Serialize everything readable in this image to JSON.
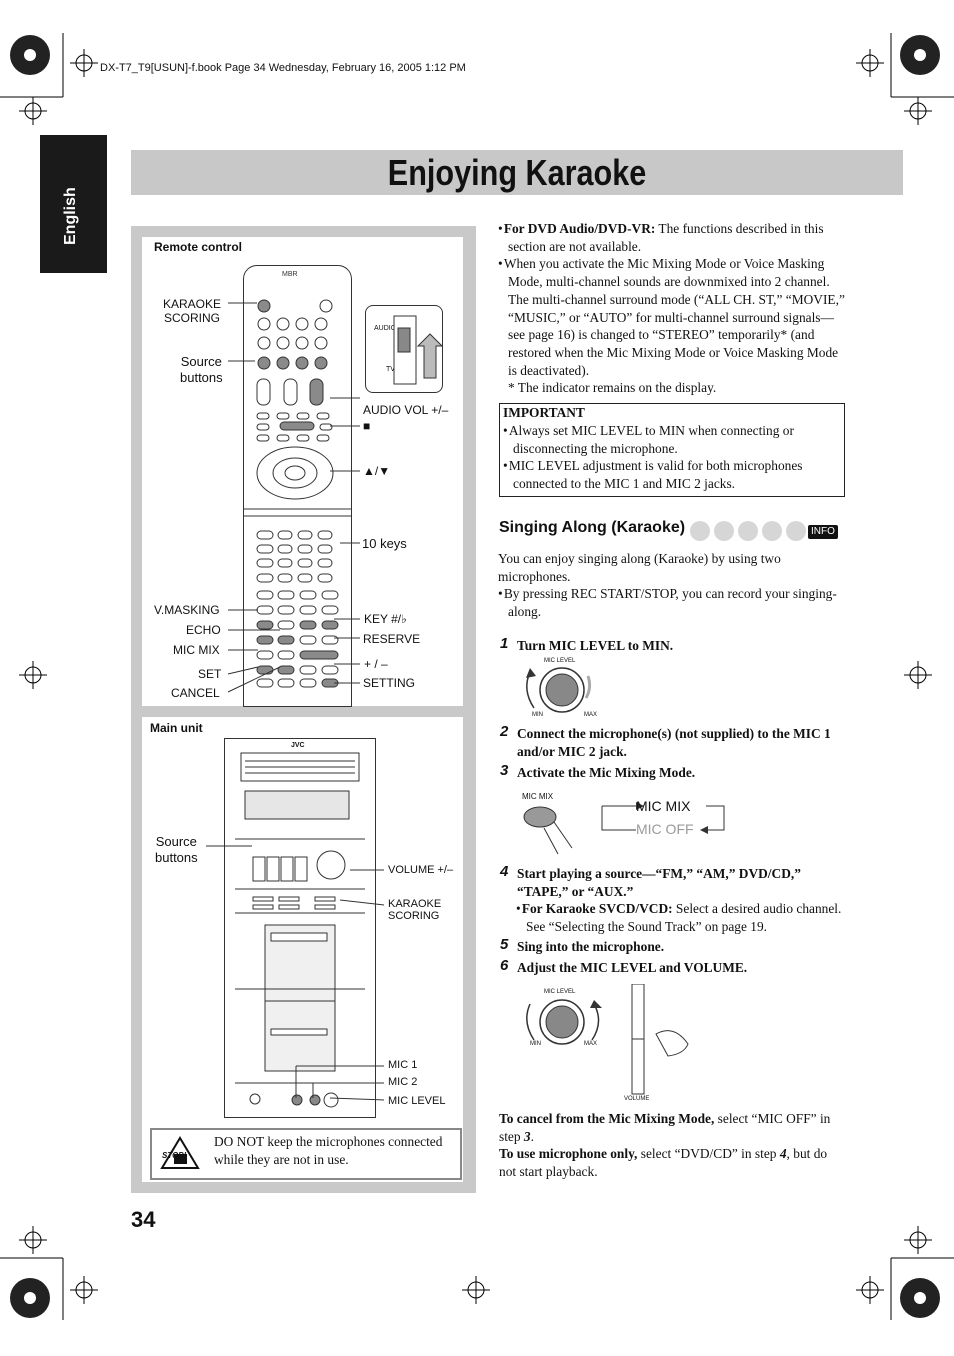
{
  "header_info": "DX-T7_T9[USUN]-f.book  Page 34  Wednesday, February 16, 2005  1:12 PM",
  "language_tab": "English",
  "page_title": "Enjoying Karaoke",
  "remote": {
    "heading": "Remote control",
    "labels": {
      "karaoke_scoring": "KARAOKE\nSCORING",
      "source_buttons": "Source\nbuttons",
      "audio_vol": "AUDIO VOL +/–",
      "stop": "■",
      "up_down": "▲/▼",
      "ten_keys": "10 keys",
      "v_masking": "V.MASKING",
      "echo": "ECHO",
      "mic_mix": "MIC MIX",
      "set": "SET",
      "cancel": "CANCEL",
      "key": "KEY #/♭",
      "reserve": "RESERVE",
      "plus_minus": "+ / –",
      "setting": "SETTING",
      "switch_audio": "AUDIO",
      "switch_tv": "TV"
    }
  },
  "main_unit": {
    "heading": "Main unit",
    "brand": "JVC",
    "labels": {
      "source_buttons": "Source\nbuttons",
      "volume": "VOLUME +/–",
      "karaoke_scoring": "KARAOKE\nSCORING",
      "mic1": "MIC 1",
      "mic2": "MIC 2",
      "mic_level": "MIC LEVEL"
    }
  },
  "warning": {
    "icon_text": "STOP!",
    "text": "DO NOT keep the microphones connected while they are not in use."
  },
  "intro_bullets": [
    {
      "bold": "For DVD Audio/DVD-VR:",
      "text": " The functions described in this section are not available."
    },
    {
      "bold": "",
      "text": "When you activate the Mic Mixing Mode or Voice Masking Mode, multi-channel sounds are downmixed into 2 channel. The multi-channel surround mode (“ALL CH. ST,” “MOVIE,” “MUSIC,” or “AUTO” for multi-channel surround signals—see page 16) is changed to “STEREO” temporarily* (and restored when the Mic Mixing Mode or Voice Masking Mode is deactivated)."
    }
  ],
  "footnote": "* The indicator remains on the display.",
  "important": {
    "title": "IMPORTANT",
    "items": [
      "Always set MIC LEVEL to MIN when connecting or disconnecting the microphone.",
      "MIC LEVEL adjustment is valid for both microphones connected to the MIC 1 and MIC 2 jacks."
    ]
  },
  "section": {
    "title": "Singing Along (Karaoke)",
    "badge": "INFO",
    "intro": "You can enjoy singing along (Karaoke) by using two microphones.",
    "intro_bullet": "By pressing REC START/STOP, you can record your singing-along."
  },
  "steps": [
    {
      "num": "1",
      "text": "Turn MIC LEVEL to MIN."
    },
    {
      "num": "2",
      "text": "Connect the microphone(s) (not supplied) to the MIC 1 and/or MIC 2 jack."
    },
    {
      "num": "3",
      "text": "Activate the Mic Mixing Mode."
    },
    {
      "num": "4",
      "text": "Start playing a source—“FM,” “AM,” DVD/CD,” “TAPE,” or “AUX.”"
    },
    {
      "num": "5",
      "text": "Sing into the microphone."
    },
    {
      "num": "6",
      "text": "Adjust the MIC LEVEL and VOLUME."
    }
  ],
  "step4_sub": {
    "bold": "For Karaoke SVCD/VCD:",
    "text": " Select a desired audio channel. See “Selecting the Sound Track” on page 19."
  },
  "dial": {
    "label": "MIC LEVEL",
    "min": "MIN",
    "max": "MAX"
  },
  "mic_mix_fig": {
    "button_label": "MIC MIX",
    "on": "MIC MIX",
    "off": "MIC OFF"
  },
  "volume_label": "VOLUME",
  "closing": {
    "cancel_bold": "To cancel from the Mic Mixing Mode,",
    "cancel_text": " select “MIC OFF” in step ",
    "cancel_step": "3",
    "use_bold": "To use microphone only,",
    "use_text": " select “DVD/CD” in step ",
    "use_step": "4",
    "use_tail": ", but do not start playback."
  },
  "page_number": "34"
}
